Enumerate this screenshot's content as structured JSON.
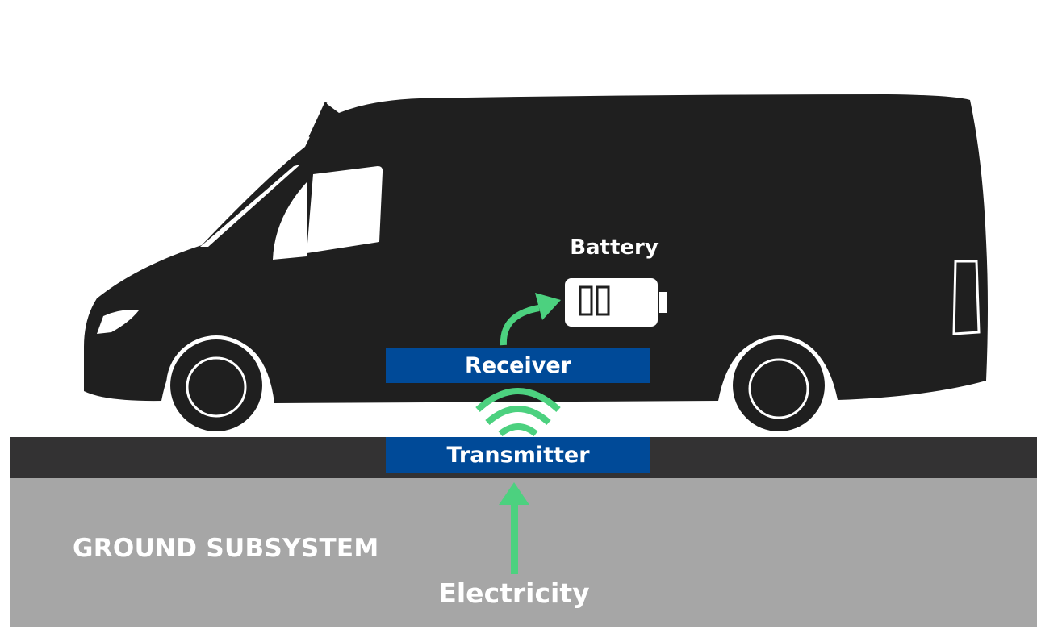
{
  "labels": {
    "battery": "Battery",
    "receiver": "Receiver",
    "transmitter": "Transmitter",
    "ground_subsystem": "GROUND SUBSYSTEM",
    "electricity": "Electricity"
  },
  "icons": {
    "vehicle": "van-silhouette",
    "battery": "battery-icon",
    "wireless": "wireless-signal-icon",
    "arrow_up": "arrow-up-icon",
    "arrow_curve": "curved-arrow-icon"
  },
  "colors": {
    "vehicle": "#1f1f1f",
    "road": "#333233",
    "ground": "#a6a6a6",
    "pad": "#004a98",
    "energy_arrow": "#4cd17f",
    "label_text": "#ffffff"
  }
}
